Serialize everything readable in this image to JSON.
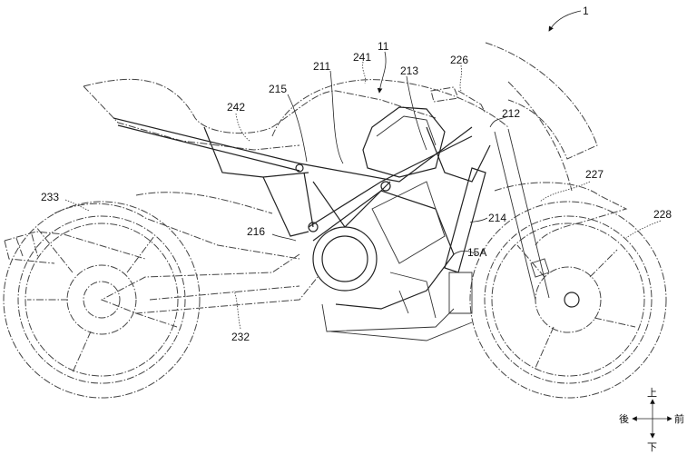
{
  "figure": {
    "reference_labels": {
      "motorcycle": "1",
      "unit": "11",
      "frame_211": "211",
      "frame_212": "212",
      "frame_213": "213",
      "frame_214": "214",
      "frame_215": "215",
      "frame_216": "216",
      "part_15A": "15A",
      "handlebar_226": "226",
      "cover_227": "227",
      "fender_228": "228",
      "swingarm_232": "232",
      "rear_233": "233",
      "fuel_tank_241": "241",
      "seat_242": "242"
    },
    "direction_indicator": {
      "up": "上",
      "down": "下",
      "front": "前",
      "rear": "後"
    }
  }
}
